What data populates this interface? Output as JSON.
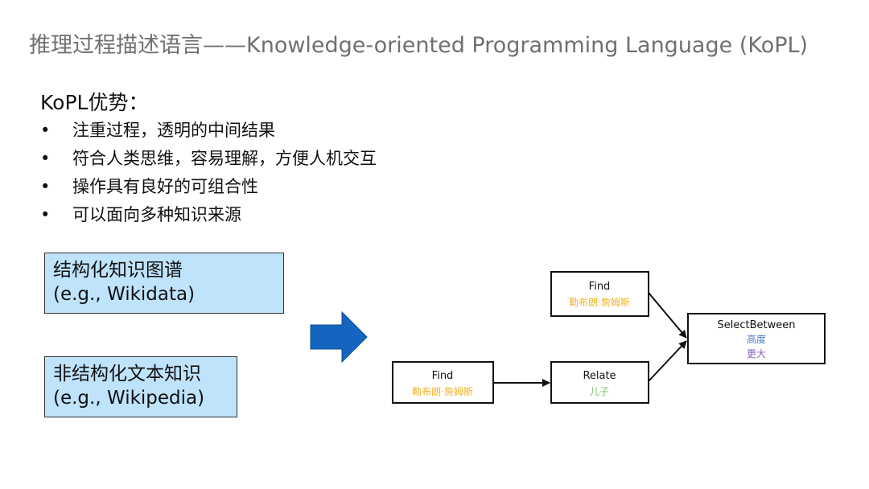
{
  "slide": {
    "title": "推理过程描述语言——Knowledge-oriented Programming Language (KoPL)",
    "advantages_heading": "KoPL优势：",
    "advantages": [
      "注重过程，透明的中间结果",
      "符合人类思维，容易理解，方便人机交互",
      "操作具有良好的可组合性",
      "可以面向多种知识来源"
    ],
    "bullet_glyph": "•"
  },
  "sources": [
    {
      "line1": "结构化知识图谱",
      "line2": "(e.g., Wikidata)"
    },
    {
      "line1": "非结构化文本知识",
      "line2": "(e.g., Wikipedia)"
    }
  ],
  "program": {
    "find_top": {
      "op": "Find",
      "arg": "勒布朗·詹姆斯"
    },
    "find_bottom": {
      "op": "Find",
      "arg": "勒布朗·詹姆斯"
    },
    "relate": {
      "op": "Relate",
      "arg": "儿子"
    },
    "select": {
      "op": "SelectBetween",
      "arg1": "高度",
      "arg2": "更大"
    }
  },
  "colors": {
    "box_fill": "#bfe3fb",
    "arrow_blue": "#1565c0",
    "entity_orange": "#f0b323",
    "relation_green": "#7fc36b",
    "attr_blue": "#4a78c8",
    "compare_purple": "#8a5fb8"
  }
}
